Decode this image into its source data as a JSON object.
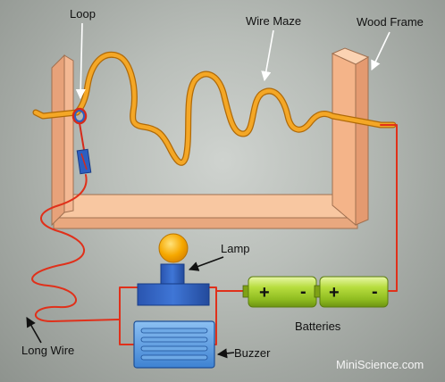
{
  "labels": {
    "loop": "Loop",
    "wire_maze": "Wire Maze",
    "wood_frame": "Wood Frame",
    "lamp": "Lamp",
    "batteries": "Batteries",
    "buzzer": "Buzzer",
    "long_wire": "Long Wire"
  },
  "battery_symbols": {
    "plus": "+",
    "minus": "-"
  },
  "watermark": "MiniScience.com",
  "colors": {
    "wood": "#f4b489",
    "maze_wire": "#f0a020",
    "circuit_wire": "#e0301a",
    "battery": "#a9d432",
    "buzzer": "#4b8fd8",
    "lamp_bulb": "#f5a300",
    "lamp_base": "#2f62c0"
  }
}
